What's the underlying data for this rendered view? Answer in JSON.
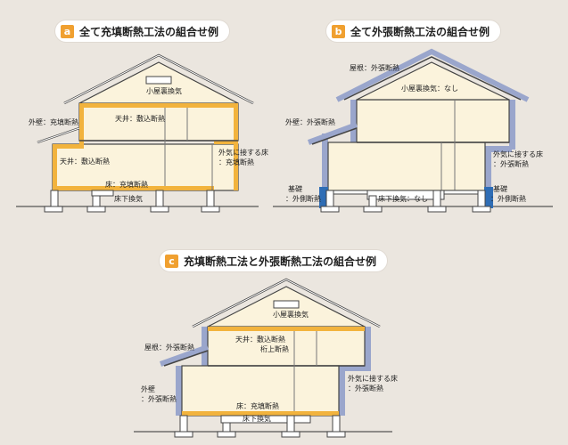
{
  "titles": {
    "a": {
      "badge": "a",
      "text": "全て充填断熱工法の組合せ例"
    },
    "b": {
      "badge": "b",
      "text": "全て外張断熱工法の組合せ例"
    },
    "c": {
      "badge": "c",
      "text": "充填断熱工法と外張断熱工法の組合せ例"
    }
  },
  "labels": {
    "a": {
      "attic": "小屋裏換気",
      "wall": "外壁：充填断熱",
      "ceiling": "天井：敷込断熱",
      "ceiling_low": "天井：敷込断熱",
      "floor": "床：充填断熱",
      "underfloor": "床下換気",
      "ext_floor_1": "外気に接する床",
      "ext_floor_2": "：充填断熱"
    },
    "b": {
      "roof": "屋根：外張断熱",
      "attic": "小屋裏換気：なし",
      "wall": "外壁：外張断熱",
      "foundation_l1": "基礎",
      "foundation_l2": "：外側断熱",
      "underfloor": "床下換気：なし",
      "foundation_r1": "基礎",
      "foundation_r2": "：外側断熱",
      "ext_floor_1": "外気に接する床",
      "ext_floor_2": "：外張断熱"
    },
    "c": {
      "attic": "小屋裏換気",
      "ceiling": "天井：敷込断熱",
      "girder": "桁上断熱",
      "roof": "屋根：外張断熱",
      "wall_1": "外壁",
      "wall_2": "：外張断熱",
      "floor": "床：充填断熱",
      "underfloor": "床下換気",
      "ext_floor_1": "外気に接する床",
      "ext_floor_2": "：外張断熱"
    }
  },
  "colors": {
    "background": "#ebe6df",
    "wall_fill": "#fbf3dc",
    "fill_insulation": "#f2b33d",
    "exterior_insulation": "#9aa6cc",
    "foundation_insulation": "#2f6db5",
    "badge": "#f0a030"
  }
}
